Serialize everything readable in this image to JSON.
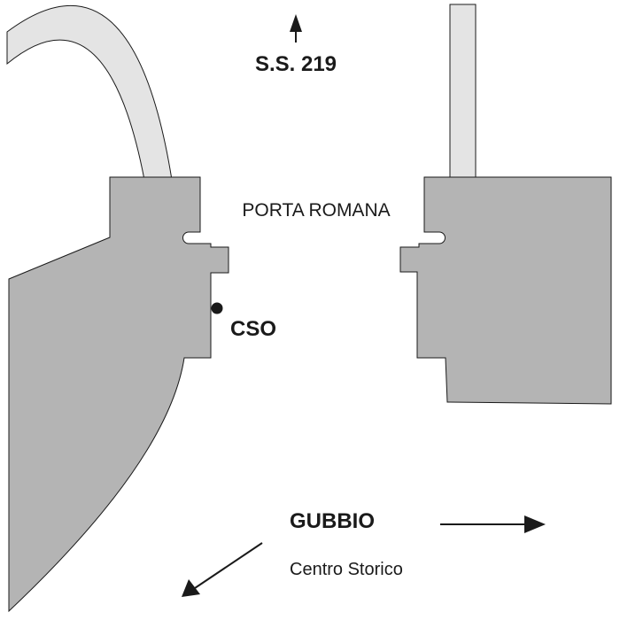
{
  "map": {
    "road_label": "S.S. 219",
    "gate_label": "PORTA ROMANA",
    "point_label": "CSO",
    "town_label": "GUBBIO",
    "center_label": "Centro Storico"
  },
  "colors": {
    "building_fill": "#b4b4b4",
    "road_fill": "#e4e4e4",
    "outline": "#1a1a1a",
    "background": "#ffffff"
  }
}
